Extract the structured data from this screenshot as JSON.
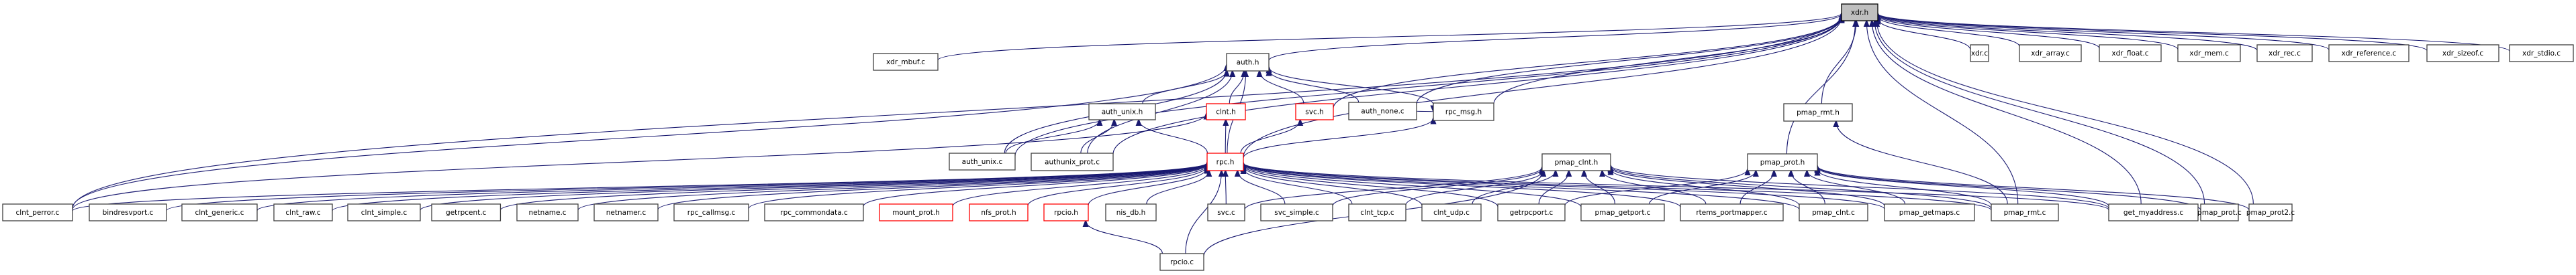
{
  "title": "xdr.h include dependency graph",
  "colors": {
    "edge": "#191970",
    "root_fill": "#bfbfbf",
    "normal_border": "#404040",
    "truncated_border": "#ff0000"
  },
  "nodes": [
    {
      "id": "xdr_h",
      "label": "xdr.h",
      "kind": "root"
    },
    {
      "id": "xdr_mbuf_c",
      "label": "xdr_mbuf.c",
      "kind": "normal"
    },
    {
      "id": "auth_h",
      "label": "auth.h",
      "kind": "normal"
    },
    {
      "id": "xdr_c",
      "label": "xdr.c",
      "kind": "normal"
    },
    {
      "id": "xdr_array_c",
      "label": "xdr_array.c",
      "kind": "normal"
    },
    {
      "id": "xdr_float_c",
      "label": "xdr_float.c",
      "kind": "normal"
    },
    {
      "id": "xdr_mem_c",
      "label": "xdr_mem.c",
      "kind": "normal"
    },
    {
      "id": "xdr_rec_c",
      "label": "xdr_rec.c",
      "kind": "normal"
    },
    {
      "id": "xdr_reference_c",
      "label": "xdr_reference.c",
      "kind": "normal"
    },
    {
      "id": "xdr_sizeof_c",
      "label": "xdr_sizeof.c",
      "kind": "normal"
    },
    {
      "id": "xdr_stdio_c",
      "label": "xdr_stdio.c",
      "kind": "normal"
    },
    {
      "id": "auth_unix_h",
      "label": "auth_unix.h",
      "kind": "normal"
    },
    {
      "id": "clnt_h",
      "label": "clnt.h",
      "kind": "truncated"
    },
    {
      "id": "svc_h",
      "label": "svc.h",
      "kind": "truncated"
    },
    {
      "id": "auth_none_c",
      "label": "auth_none.c",
      "kind": "normal"
    },
    {
      "id": "rpc_msg_h",
      "label": "rpc_msg.h",
      "kind": "normal"
    },
    {
      "id": "pmap_rmt_h",
      "label": "pmap_rmt.h",
      "kind": "normal"
    },
    {
      "id": "auth_unix_c",
      "label": "auth_unix.c",
      "kind": "normal"
    },
    {
      "id": "authunix_prot_c",
      "label": "authunix_prot.c",
      "kind": "normal"
    },
    {
      "id": "rpc_h",
      "label": "rpc.h",
      "kind": "truncated"
    },
    {
      "id": "pmap_clnt_h",
      "label": "pmap_clnt.h",
      "kind": "normal"
    },
    {
      "id": "pmap_prot_h",
      "label": "pmap_prot.h",
      "kind": "normal"
    },
    {
      "id": "clnt_perror_c",
      "label": "clnt_perror.c",
      "kind": "normal"
    },
    {
      "id": "bindresvport_c",
      "label": "bindresvport.c",
      "kind": "normal"
    },
    {
      "id": "clnt_generic_c",
      "label": "clnt_generic.c",
      "kind": "normal"
    },
    {
      "id": "clnt_raw_c",
      "label": "clnt_raw.c",
      "kind": "normal"
    },
    {
      "id": "clnt_simple_c",
      "label": "clnt_simple.c",
      "kind": "normal"
    },
    {
      "id": "getrpcent_c",
      "label": "getrpcent.c",
      "kind": "normal"
    },
    {
      "id": "netname_c",
      "label": "netname.c",
      "kind": "normal"
    },
    {
      "id": "netnamer_c",
      "label": "netnamer.c",
      "kind": "normal"
    },
    {
      "id": "rpc_callmsg_c",
      "label": "rpc_callmsg.c",
      "kind": "normal"
    },
    {
      "id": "rpc_commondata_c",
      "label": "rpc_commondata.c",
      "kind": "normal"
    },
    {
      "id": "mount_prot_h",
      "label": "mount_prot.h",
      "kind": "truncated"
    },
    {
      "id": "nfs_prot_h",
      "label": "nfs_prot.h",
      "kind": "truncated"
    },
    {
      "id": "rpcio_h",
      "label": "rpcio.h",
      "kind": "truncated"
    },
    {
      "id": "nis_db_h",
      "label": "nis_db.h",
      "kind": "normal"
    },
    {
      "id": "svc_c",
      "label": "svc.c",
      "kind": "normal"
    },
    {
      "id": "svc_simple_c",
      "label": "svc_simple.c",
      "kind": "normal"
    },
    {
      "id": "clnt_tcp_c",
      "label": "clnt_tcp.c",
      "kind": "normal"
    },
    {
      "id": "clnt_udp_c",
      "label": "clnt_udp.c",
      "kind": "normal"
    },
    {
      "id": "getrpcport_c",
      "label": "getrpcport.c",
      "kind": "normal"
    },
    {
      "id": "pmap_getport_c",
      "label": "pmap_getport.c",
      "kind": "normal"
    },
    {
      "id": "rtems_portmapper_c",
      "label": "rtems_portmapper.c",
      "kind": "normal"
    },
    {
      "id": "pmap_clnt_c",
      "label": "pmap_clnt.c",
      "kind": "normal"
    },
    {
      "id": "pmap_getmaps_c",
      "label": "pmap_getmaps.c",
      "kind": "normal"
    },
    {
      "id": "pmap_rmt_c",
      "label": "pmap_rmt.c",
      "kind": "normal"
    },
    {
      "id": "get_myaddress_c",
      "label": "get_myaddress.c",
      "kind": "normal"
    },
    {
      "id": "pmap_prot_c",
      "label": "pmap_prot.c",
      "kind": "normal"
    },
    {
      "id": "pmap_prot2_c",
      "label": "pmap_prot2.c",
      "kind": "normal"
    },
    {
      "id": "rpcio_c",
      "label": "rpcio.c",
      "kind": "normal"
    }
  ],
  "edges": [
    [
      "xdr_mbuf_c",
      "xdr_h"
    ],
    [
      "auth_h",
      "xdr_h"
    ],
    [
      "xdr_c",
      "xdr_h"
    ],
    [
      "xdr_array_c",
      "xdr_h"
    ],
    [
      "xdr_float_c",
      "xdr_h"
    ],
    [
      "xdr_mem_c",
      "xdr_h"
    ],
    [
      "xdr_rec_c",
      "xdr_h"
    ],
    [
      "xdr_reference_c",
      "xdr_h"
    ],
    [
      "xdr_sizeof_c",
      "xdr_h"
    ],
    [
      "xdr_stdio_c",
      "xdr_h"
    ],
    [
      "auth_unix_c",
      "xdr_h"
    ],
    [
      "authunix_prot_c",
      "xdr_h"
    ],
    [
      "svc_h",
      "xdr_h"
    ],
    [
      "auth_none_c",
      "xdr_h"
    ],
    [
      "rpc_msg_h",
      "xdr_h"
    ],
    [
      "rpc_h",
      "xdr_h"
    ],
    [
      "pmap_rmt_h",
      "xdr_h"
    ],
    [
      "pmap_prot_h",
      "xdr_h"
    ],
    [
      "pmap_rmt_c",
      "xdr_h"
    ],
    [
      "get_myaddress_c",
      "xdr_h"
    ],
    [
      "pmap_prot_c",
      "xdr_h"
    ],
    [
      "pmap_prot2_c",
      "xdr_h"
    ],
    [
      "clnt_perror_c",
      "xdr_h"
    ],
    [
      "auth_unix_h",
      "auth_h"
    ],
    [
      "clnt_h",
      "auth_h"
    ],
    [
      "svc_h",
      "auth_h"
    ],
    [
      "auth_none_c",
      "auth_h"
    ],
    [
      "rpc_msg_h",
      "auth_h"
    ],
    [
      "rpc_h",
      "auth_h"
    ],
    [
      "auth_unix_c",
      "auth_h"
    ],
    [
      "authunix_prot_c",
      "auth_h"
    ],
    [
      "clnt_perror_c",
      "auth_h"
    ],
    [
      "auth_unix_c",
      "auth_unix_h"
    ],
    [
      "authunix_prot_c",
      "auth_unix_h"
    ],
    [
      "rpc_h",
      "auth_unix_h"
    ],
    [
      "rpc_h",
      "clnt_h"
    ],
    [
      "clnt_perror_c",
      "clnt_h"
    ],
    [
      "rpc_h",
      "svc_h"
    ],
    [
      "rpc_h",
      "rpc_msg_h"
    ],
    [
      "auth_none_c",
      "rpc_msg_h"
    ],
    [
      "clnt_perror_c",
      "rpc_h"
    ],
    [
      "bindresvport_c",
      "rpc_h"
    ],
    [
      "clnt_generic_c",
      "rpc_h"
    ],
    [
      "clnt_raw_c",
      "rpc_h"
    ],
    [
      "clnt_simple_c",
      "rpc_h"
    ],
    [
      "getrpcent_c",
      "rpc_h"
    ],
    [
      "netname_c",
      "rpc_h"
    ],
    [
      "netnamer_c",
      "rpc_h"
    ],
    [
      "rpc_callmsg_c",
      "rpc_h"
    ],
    [
      "rpc_commondata_c",
      "rpc_h"
    ],
    [
      "mount_prot_h",
      "rpc_h"
    ],
    [
      "nfs_prot_h",
      "rpc_h"
    ],
    [
      "rpcio_h",
      "rpc_h"
    ],
    [
      "nis_db_h",
      "rpc_h"
    ],
    [
      "svc_c",
      "rpc_h"
    ],
    [
      "svc_simple_c",
      "rpc_h"
    ],
    [
      "clnt_tcp_c",
      "rpc_h"
    ],
    [
      "clnt_udp_c",
      "rpc_h"
    ],
    [
      "getrpcport_c",
      "rpc_h"
    ],
    [
      "pmap_getport_c",
      "rpc_h"
    ],
    [
      "rtems_portmapper_c",
      "rpc_h"
    ],
    [
      "pmap_clnt_c",
      "rpc_h"
    ],
    [
      "pmap_getmaps_c",
      "rpc_h"
    ],
    [
      "pmap_rmt_c",
      "rpc_h"
    ],
    [
      "get_myaddress_c",
      "rpc_h"
    ],
    [
      "rpcio_c",
      "rpc_h"
    ],
    [
      "rpcio_c",
      "rpcio_h"
    ],
    [
      "svc_c",
      "pmap_clnt_h"
    ],
    [
      "svc_simple_c",
      "pmap_clnt_h"
    ],
    [
      "clnt_tcp_c",
      "pmap_clnt_h"
    ],
    [
      "clnt_udp_c",
      "pmap_clnt_h"
    ],
    [
      "getrpcport_c",
      "pmap_clnt_h"
    ],
    [
      "pmap_getport_c",
      "pmap_clnt_h"
    ],
    [
      "rtems_portmapper_c",
      "pmap_clnt_h"
    ],
    [
      "pmap_clnt_c",
      "pmap_clnt_h"
    ],
    [
      "pmap_getmaps_c",
      "pmap_clnt_h"
    ],
    [
      "pmap_rmt_c",
      "pmap_clnt_h"
    ],
    [
      "get_myaddress_c",
      "pmap_clnt_h"
    ],
    [
      "rpcio_c",
      "pmap_clnt_h"
    ],
    [
      "getrpcport_c",
      "pmap_prot_h"
    ],
    [
      "pmap_getport_c",
      "pmap_prot_h"
    ],
    [
      "rtems_portmapper_c",
      "pmap_prot_h"
    ],
    [
      "pmap_clnt_c",
      "pmap_prot_h"
    ],
    [
      "pmap_getmaps_c",
      "pmap_prot_h"
    ],
    [
      "pmap_rmt_c",
      "pmap_prot_h"
    ],
    [
      "get_myaddress_c",
      "pmap_prot_h"
    ],
    [
      "pmap_prot_c",
      "pmap_prot_h"
    ],
    [
      "pmap_prot2_c",
      "pmap_prot_h"
    ],
    [
      "pmap_rmt_c",
      "pmap_rmt_h"
    ]
  ]
}
